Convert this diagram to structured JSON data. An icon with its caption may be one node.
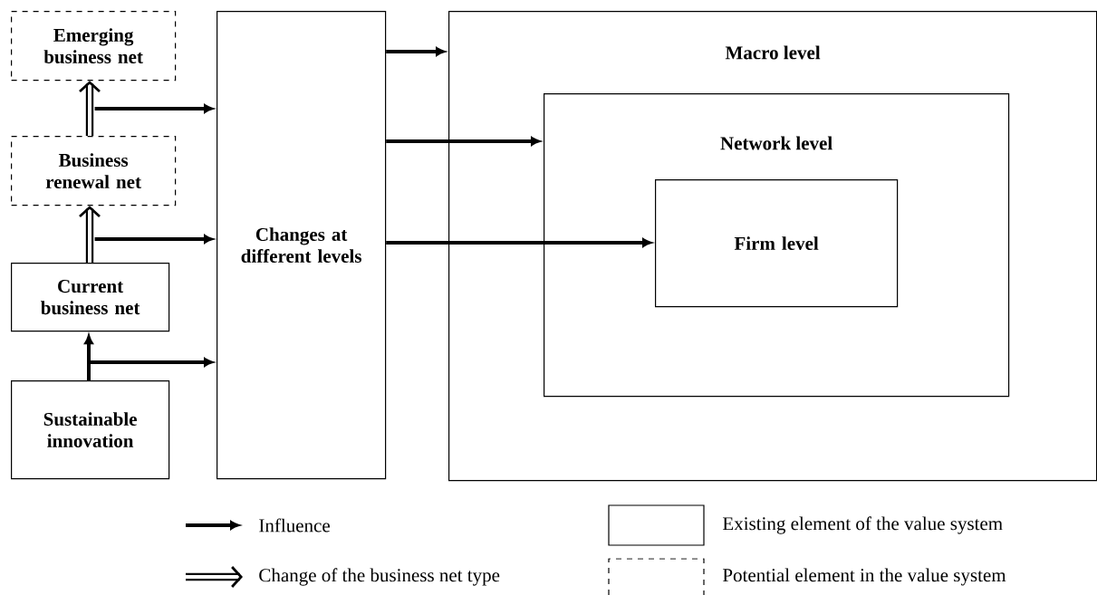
{
  "diagram": {
    "nodes": [
      {
        "text": [
          "Emerging business net"
        ]
      },
      {
        "text": [
          "Business renewal net"
        ]
      },
      {
        "text": [
          "Current business net"
        ]
      },
      {
        "text": [
          "Sustainable innovation"
        ]
      },
      {
        "text": [
          "Changes at different levels"
        ]
      },
      {
        "text": [
          "Macro level"
        ]
      },
      {
        "text": [
          "Network level"
        ],
        "in": 5
      },
      {
        "text": [
          "Firm level"
        ],
        "in": 6
      }
    ],
    "edges": [
      {
        "from": 3,
        "to": 2,
        "arrow": "to"
      },
      {
        "from": 3,
        "to": 4,
        "arrow": "to"
      },
      {
        "from": 2,
        "to": 1,
        "arrow": "to",
        "style": "thick"
      },
      {
        "from": 2,
        "to": 4,
        "arrow": "to"
      },
      {
        "from": 1,
        "to": 0,
        "arrow": "to",
        "style": "thick"
      },
      {
        "from": 1,
        "to": 4,
        "arrow": "to"
      },
      {
        "from": 4,
        "to": 5,
        "arrow": "to"
      },
      {
        "from": 4,
        "to": 6,
        "arrow": "to"
      },
      {
        "from": 4,
        "to": 7,
        "arrow": "to"
      }
    ],
    "legend": [
      {
        "text": "Influence"
      },
      {
        "text": "Change of the business net type"
      },
      {
        "text": "Existing element of the value system"
      },
      {
        "text": "Potential element in the value system"
      }
    ]
  }
}
